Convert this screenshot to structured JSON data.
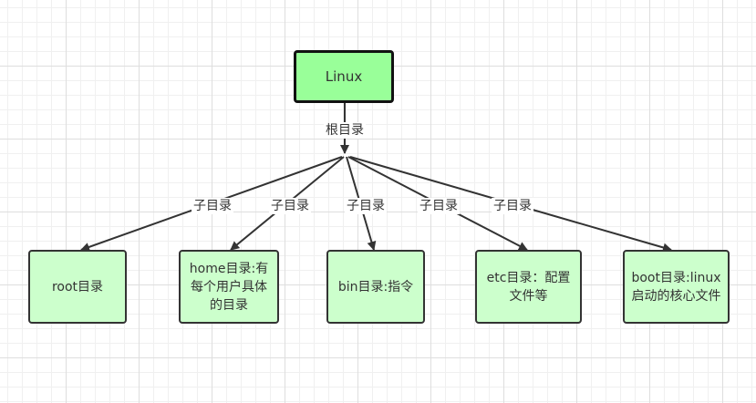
{
  "root": {
    "label": "Linux"
  },
  "root_edge_label": "根目录",
  "children": [
    {
      "label": "root目录",
      "edge_label": "子目录"
    },
    {
      "label": "home目录:有每个用户具体的目录",
      "edge_label": "子目录"
    },
    {
      "label": "bin目录:指令",
      "edge_label": "子目录"
    },
    {
      "label": "etc目录：配置文件等",
      "edge_label": "子目录"
    },
    {
      "label": "boot目录:linux启动的核心文件",
      "edge_label": "子目录"
    }
  ],
  "colors": {
    "root_fill": "#99ff99",
    "child_fill": "#ccffcc",
    "stroke": "#333333"
  }
}
